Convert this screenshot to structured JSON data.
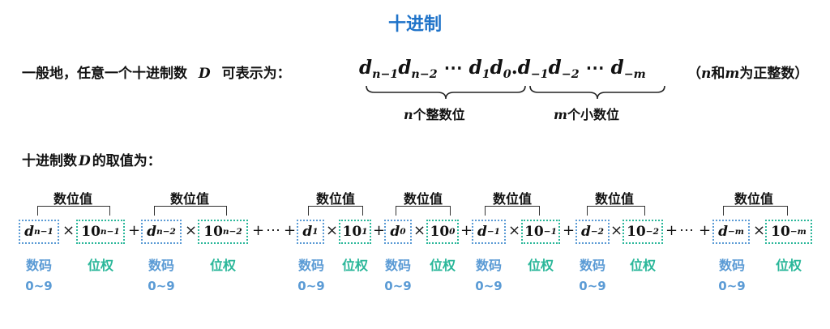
{
  "title": "十进制",
  "intro": {
    "prefix": "一般地，任意一个十进制数",
    "var": "D",
    "suffix": "可表示为：",
    "note_open": "（",
    "note_n": "n",
    "note_and": "和",
    "note_m": "m",
    "note_close": "为正整数）"
  },
  "expansion": {
    "d": "d",
    "sub_n1": "n−1",
    "sub_n2": "n−2",
    "dots": "⋯",
    "sub_1": "1",
    "sub_0": "0",
    "point": ".",
    "sub_m1": "−1",
    "sub_m2": "−2",
    "sub_mm": "−m"
  },
  "integer_label": {
    "var": "n",
    "text": "个整数位"
  },
  "fraction_label": {
    "var": "m",
    "text": "个小数位"
  },
  "value_heading": {
    "text1": "十进制数",
    "var": "D",
    "text2": "的取值为："
  },
  "place_value_label": "数位值",
  "digit_label": "数码",
  "weight_label": "位权",
  "digit_range": "0~9",
  "base": "10",
  "times": "×",
  "plus": "+",
  "ellipsis": "⋯",
  "terms": [
    {
      "sub": "n−1",
      "exp": "n−1"
    },
    {
      "sub": "n−2",
      "exp": "n−2"
    },
    {
      "sub": "1",
      "exp": "1"
    },
    {
      "sub": "0",
      "exp": "0"
    },
    {
      "sub": "−1",
      "exp": "−1"
    },
    {
      "sub": "−2",
      "exp": "−2"
    },
    {
      "sub": "−m",
      "exp": "−m"
    }
  ],
  "colors": {
    "title": "#1f73c9",
    "digit": "#5b9bd5",
    "weight": "#2bb79a"
  }
}
